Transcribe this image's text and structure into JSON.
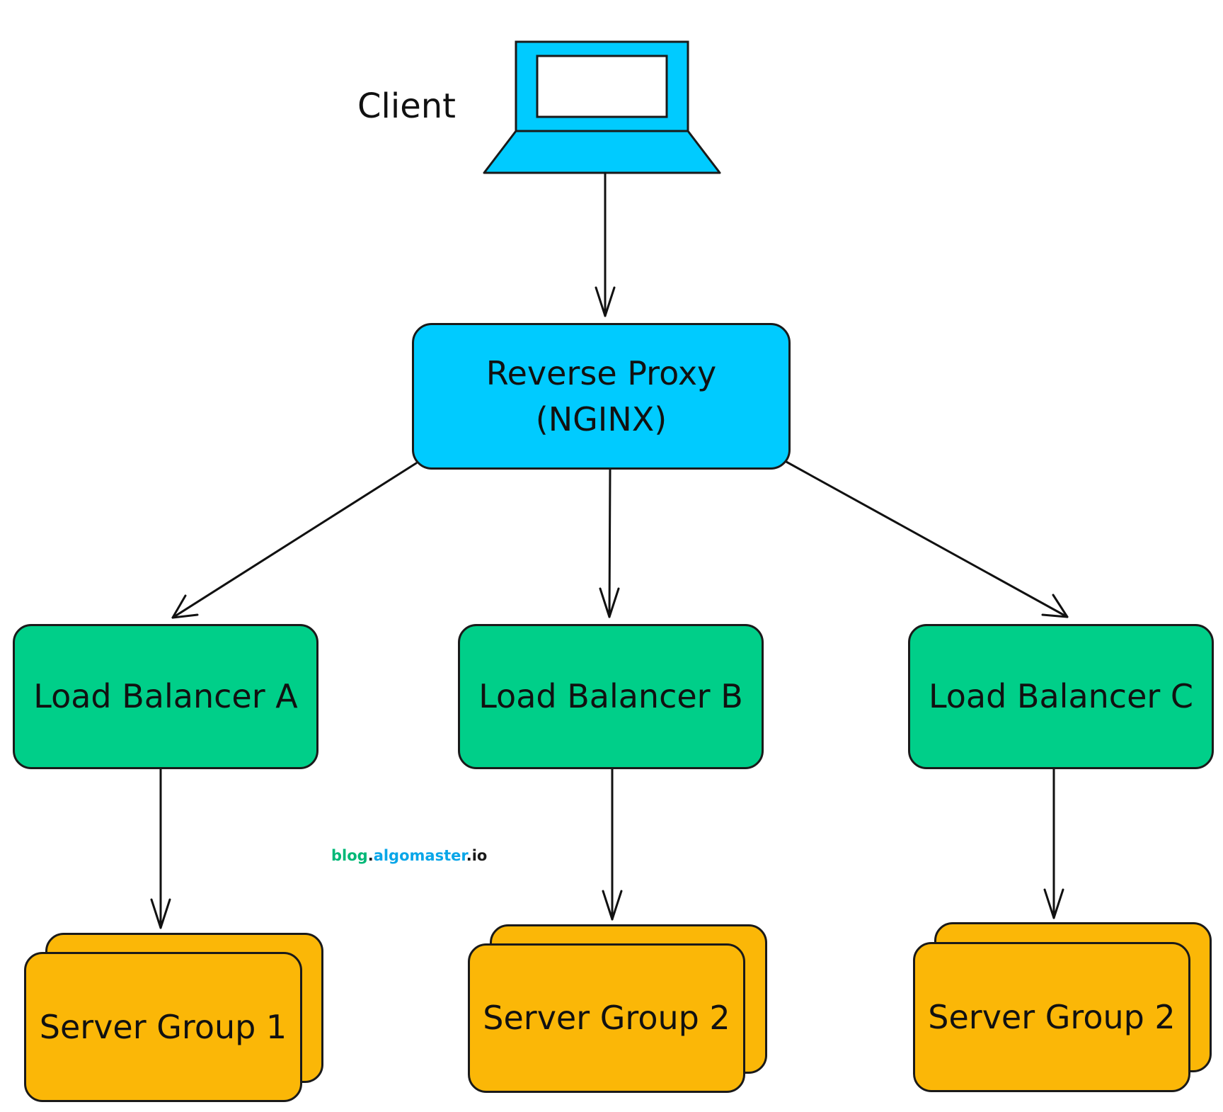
{
  "client": {
    "label": "Client"
  },
  "proxy": {
    "line1": "Reverse Proxy",
    "line2": "(NGINX)"
  },
  "load_balancers": [
    {
      "label": "Load Balancer A"
    },
    {
      "label": "Load Balancer B"
    },
    {
      "label": "Load Balancer C"
    }
  ],
  "server_groups": [
    {
      "label": "Server Group 1"
    },
    {
      "label": "Server Group 2"
    },
    {
      "label": "Server Group 2"
    }
  ],
  "watermark": {
    "part1": "blog",
    "dot1": ".",
    "part2": "algomaster",
    "dot2": ".io"
  },
  "colors": {
    "proxy": "#00cbff",
    "load_balancer": "#00cf89",
    "server_group": "#fbb707",
    "laptop": "#00cbff"
  }
}
